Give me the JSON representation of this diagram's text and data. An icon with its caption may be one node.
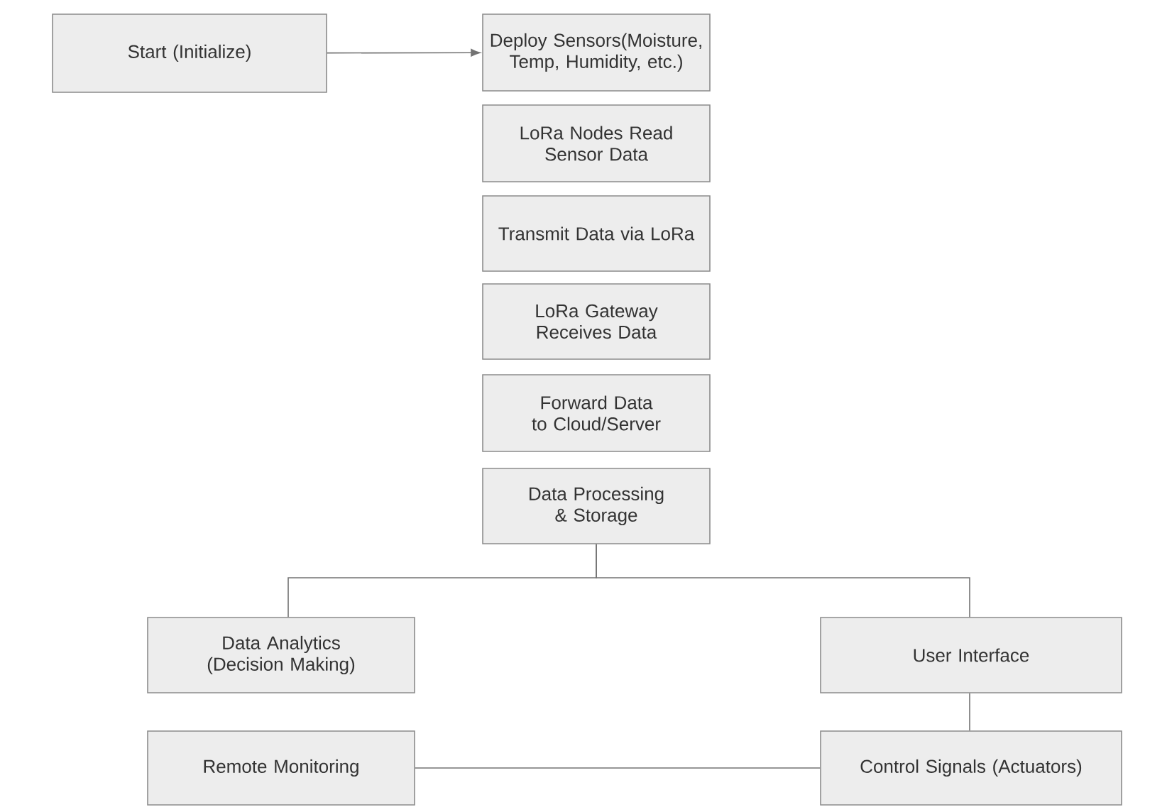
{
  "diagram": {
    "nodes": [
      {
        "text": [
          "Start (Initialize)"
        ]
      },
      {
        "text": [
          "Deploy Sensors(Moisture, Temp, Humidity, etc.)"
        ]
      },
      {
        "text": [
          "LoRa Nodes Read Sensor Data"
        ]
      },
      {
        "text": [
          "Transmit Data via LoRa"
        ]
      },
      {
        "text": [
          "LoRa Gateway Receives Data"
        ]
      },
      {
        "text": [
          "Forward Data to Cloud/Server"
        ]
      },
      {
        "text": [
          "Data Processing & Storage"
        ]
      },
      {
        "text": [
          "Data Analytics (Decision Making)"
        ]
      },
      {
        "text": [
          "User Interface"
        ]
      },
      {
        "text": [
          "Remote Monitoring"
        ]
      },
      {
        "text": [
          "Control Signals (Actuators)"
        ]
      }
    ],
    "edges": [
      {
        "from": 0,
        "to": 1,
        "arrow": "to"
      },
      {
        "from": 6,
        "to": 7,
        "arrow": "none"
      },
      {
        "from": 6,
        "to": 8,
        "arrow": "none"
      },
      {
        "from": 8,
        "to": 10,
        "arrow": "none"
      },
      {
        "from": 9,
        "to": 10,
        "arrow": "none"
      }
    ]
  }
}
